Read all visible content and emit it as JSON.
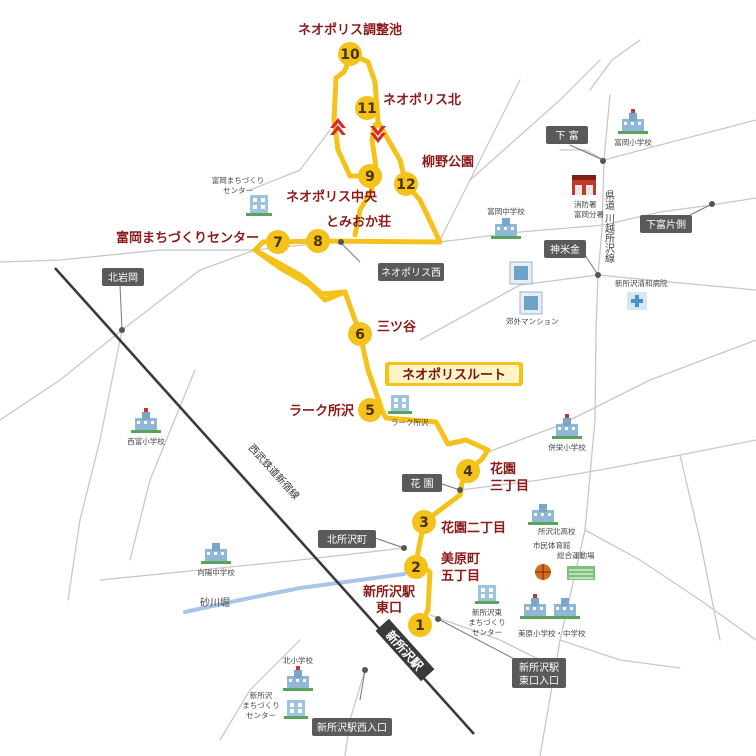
{
  "route": {
    "title": "ネオポリスルート",
    "color": "#f4c21a",
    "stops": [
      {
        "number": "1",
        "name": "新所沢駅",
        "name2": "東口"
      },
      {
        "number": "2",
        "name": "美原町",
        "name2": "五丁目"
      },
      {
        "number": "3",
        "name": "花園二丁目",
        "name2": ""
      },
      {
        "number": "4",
        "name": "花園",
        "name2": "三丁目"
      },
      {
        "number": "5",
        "name": "ラーク所沢",
        "name2": ""
      },
      {
        "number": "6",
        "name": "三ツ谷",
        "name2": ""
      },
      {
        "number": "7",
        "name": "富岡まちづくりセンター",
        "name2": ""
      },
      {
        "number": "8",
        "name": "とみおか荘",
        "name2": ""
      },
      {
        "number": "9",
        "name": "ネオポリス中央",
        "name2": ""
      },
      {
        "number": "10",
        "name": "ネオポリス調整池",
        "name2": ""
      },
      {
        "number": "11",
        "name": "ネオポリス北",
        "name2": ""
      },
      {
        "number": "12",
        "name": "柳野公園",
        "name2": ""
      }
    ]
  },
  "intersections": [
    {
      "label": "下 富"
    },
    {
      "label": "下富片側"
    },
    {
      "label": "神米金"
    },
    {
      "label": "北岩岡"
    },
    {
      "label": "ネオポリス西"
    },
    {
      "label": "花 園"
    },
    {
      "label": "北所沢町"
    },
    {
      "label": "新所沢駅",
      "label2": "東口入口"
    },
    {
      "label": "新所沢駅西入口"
    }
  ],
  "places": [
    {
      "icon": "school-icon",
      "label": "富岡小学校"
    },
    {
      "icon": "fire-station-icon",
      "label": "消防署",
      "label2": "富岡分署"
    },
    {
      "icon": "school-icon",
      "label": "富岡中学校"
    },
    {
      "icon": "community-center-icon",
      "label": "富岡まちづくり",
      "label2": "センター"
    },
    {
      "icon": "hospital-icon",
      "label": "新所沢清和病院"
    },
    {
      "icon": "apartment-icon",
      "label": "郊外マンション"
    },
    {
      "icon": "building-icon",
      "label": "ラーク所沢"
    },
    {
      "icon": "school-icon",
      "label": "西富小学校"
    },
    {
      "icon": "school-icon",
      "label": "併栄小学校"
    },
    {
      "icon": "school-icon",
      "label": "所沢北高校"
    },
    {
      "icon": "stadium-icon",
      "label": "市民体育館",
      "label2": "総合運動場"
    },
    {
      "icon": "school-icon",
      "label": "向陽中学校"
    },
    {
      "icon": "community-center-icon",
      "label": "新所沢東",
      "label2": "まちづくり",
      "label3": "センター"
    },
    {
      "icon": "school-icon",
      "label": "美原小学校・中学校"
    },
    {
      "icon": "school-icon",
      "label": "北小学校"
    },
    {
      "icon": "community-center-icon",
      "label": "新所沢",
      "label2": "まちづくり",
      "label3": "センター"
    }
  ],
  "roads": {
    "prefectural_road": "県道 川越所沢線",
    "railway": "西武鉄道新宿線",
    "river": "砂川堀"
  },
  "station": {
    "label": "新所沢駅"
  }
}
